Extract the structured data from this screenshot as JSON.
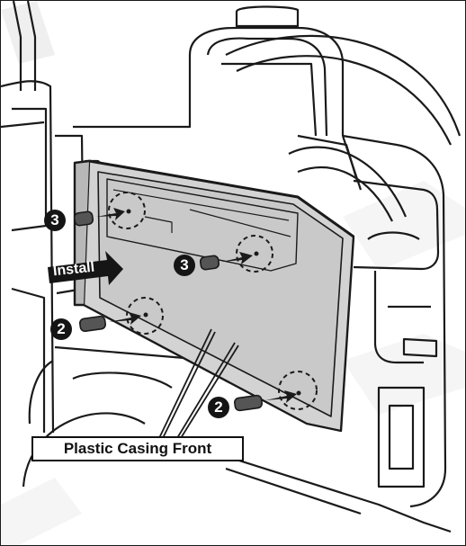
{
  "diagram": {
    "callout_label": "Plastic Casing Front",
    "install_label": "Install",
    "steps": {
      "s1": "3",
      "s2": "3",
      "s3": "2",
      "s4": "2"
    }
  },
  "colors": {
    "outline": "#1a1a1a",
    "panel_fill": "#cfcfcf",
    "badge_bg": "#151515",
    "bolt_fill": "#555555",
    "watermark": "#ececec"
  }
}
